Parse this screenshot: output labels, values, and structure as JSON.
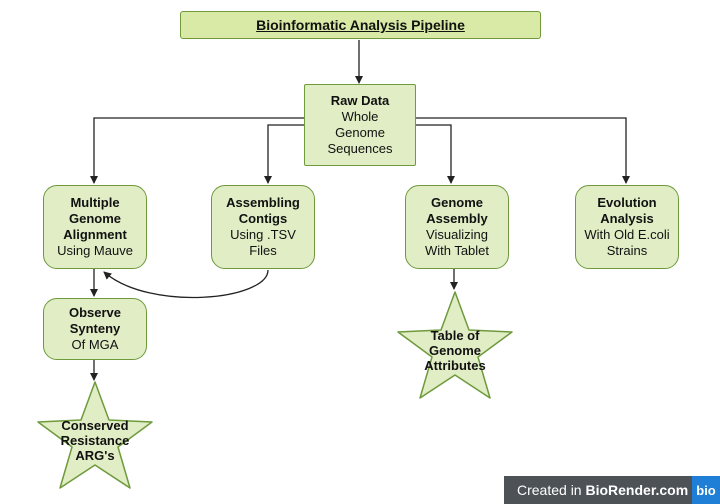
{
  "title": "Bioinformatic Analysis Pipeline",
  "root": {
    "title": "Raw Data",
    "lines": [
      "Whole",
      "Genome",
      "Sequences"
    ]
  },
  "branches": [
    {
      "title_lines": [
        "Multiple",
        "Genome",
        "Alignment"
      ],
      "sub_lines": [
        "Using Mauve"
      ]
    },
    {
      "title_lines": [
        "Assembling",
        "Contigs"
      ],
      "sub_lines": [
        "Using .TSV",
        "Files"
      ]
    },
    {
      "title_lines": [
        "Genome",
        "Assembly"
      ],
      "sub_lines": [
        "Visualizing",
        "With Tablet"
      ]
    },
    {
      "title_lines": [
        "Evolution",
        "Analysis"
      ],
      "sub_lines": [
        "With Old E.coli",
        "Strains"
      ]
    }
  ],
  "synteny": {
    "title_lines": [
      "Observe",
      "Synteny"
    ],
    "sub_lines": [
      "Of MGA"
    ]
  },
  "stars": [
    {
      "lines": [
        "Table of",
        "Genome",
        "Attributes"
      ]
    },
    {
      "lines": [
        "Conserved",
        "Resistance",
        "ARG's"
      ]
    }
  ],
  "badge": {
    "prefix": "Created in ",
    "brand": "BioRender.com",
    "logo": "bio"
  },
  "colors": {
    "box_fill": "#e1edc5",
    "title_fill": "#d8eaa5",
    "border": "#6e9a3c"
  }
}
